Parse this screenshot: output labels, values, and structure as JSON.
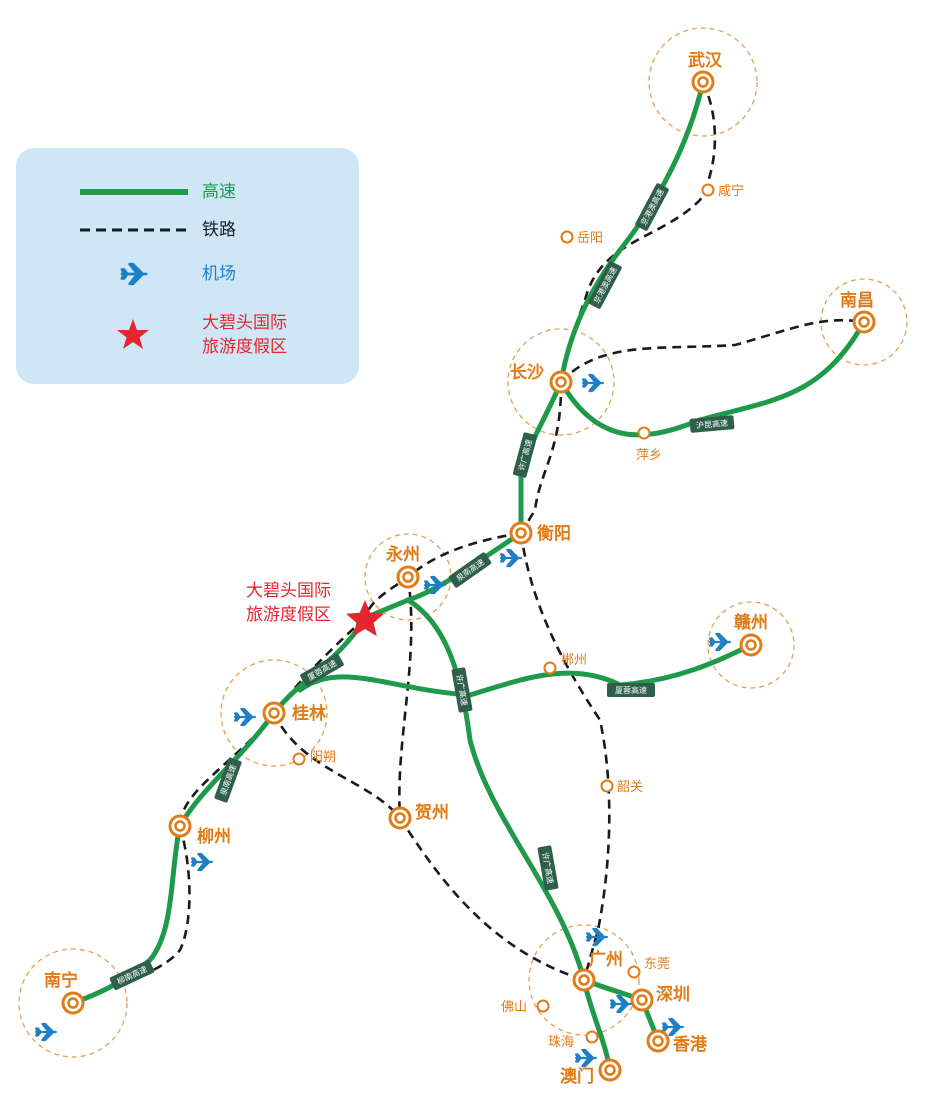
{
  "legend": {
    "highway": "高速",
    "railway": "铁路",
    "airport": "机场",
    "resort_line1": "大碧头国际",
    "resort_line2": "旅游度假区"
  },
  "resort": {
    "line1": "大碧头国际",
    "line2": "旅游度假区"
  },
  "cities": {
    "wuhan": "武汉",
    "nanchang": "南昌",
    "changsha": "长沙",
    "hengyang": "衡阳",
    "yongzhou": "永州",
    "ganzhou": "赣州",
    "guilin": "桂林",
    "liuzhou": "柳州",
    "hezhou": "贺州",
    "nanning": "南宁",
    "guangzhou": "广州",
    "shenzhen": "深圳",
    "hongkong": "香港",
    "macau": "澳门"
  },
  "towns": {
    "xianning": "咸宁",
    "yueyang": "岳阳",
    "pingxiang": "萍乡",
    "chenzhou": "郴州",
    "shaoguan": "韶关",
    "yangshuo": "阳朔",
    "dongguan": "东莞",
    "foshan": "佛山",
    "zhuhai": "珠海"
  },
  "highway_badges": {
    "jinggang_ao_1": "京港澳高速",
    "jinggang_ao_2": "京港澳高速",
    "xu_guang_1": "许广高速",
    "xu_guang_2": "许广高速",
    "xu_guang_3": "许广高速",
    "hu_kun": "沪昆高速",
    "quan_nan": "泉南高速",
    "xia_rong": "厦蓉高速",
    "xia_rong_west": "厦蓉高速",
    "quan_nan_west": "泉南高速",
    "liu_nan": "柳南高速"
  },
  "colors": {
    "highway": "#1f9a4a",
    "railway": "#1a1a1a",
    "airport": "#1f7fc4",
    "resort": "#e3262f",
    "city": "#e07b16",
    "badge": "#2f5f4a",
    "legend_bg": "#cfe6f7"
  }
}
